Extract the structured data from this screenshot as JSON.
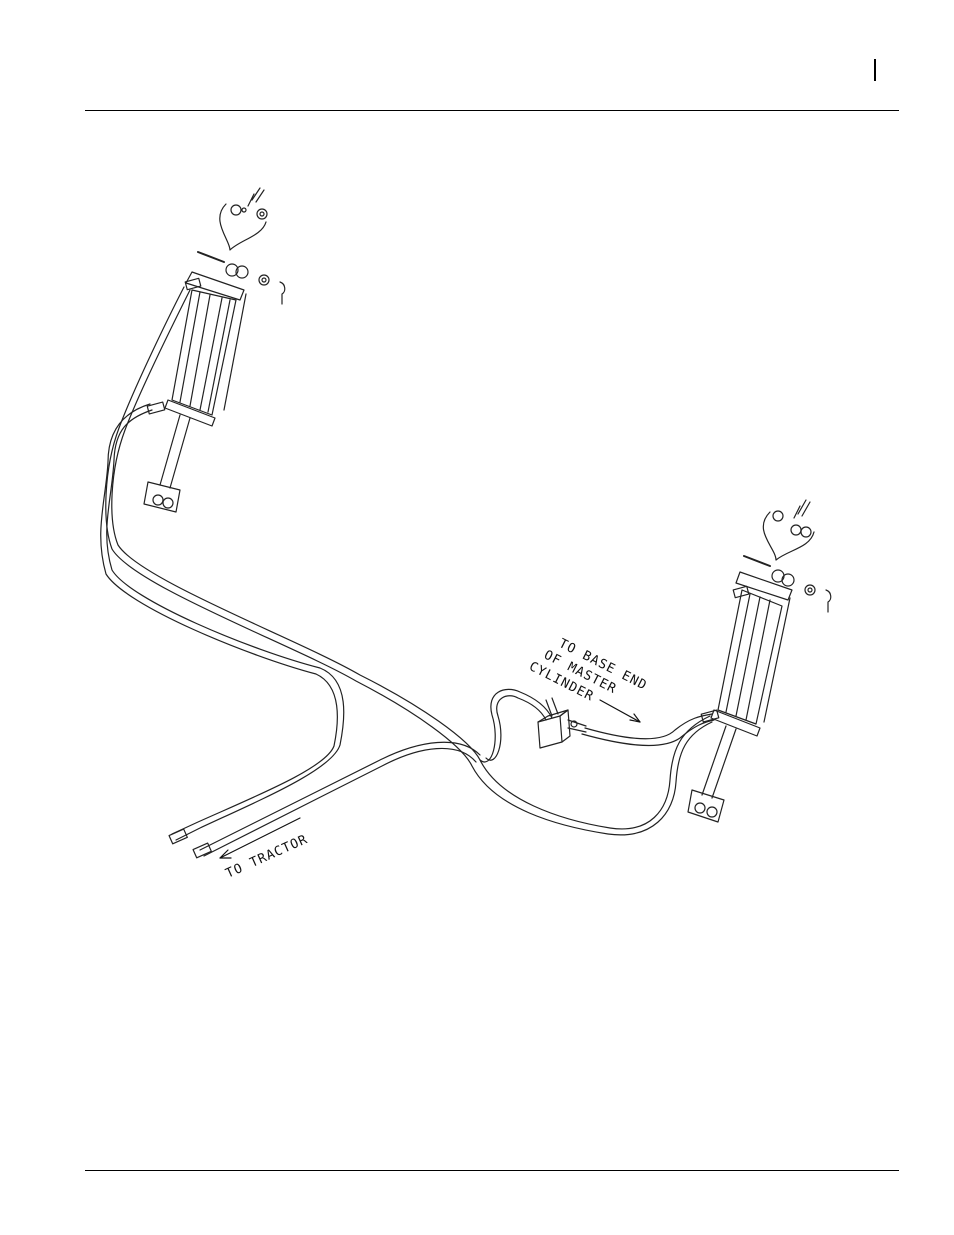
{
  "labels": {
    "base_end_line1": "TO BASE END",
    "base_end_line2": "OF MASTER",
    "base_end_line3": "CYLINDER",
    "to_tractor": "TO TRACTOR"
  }
}
